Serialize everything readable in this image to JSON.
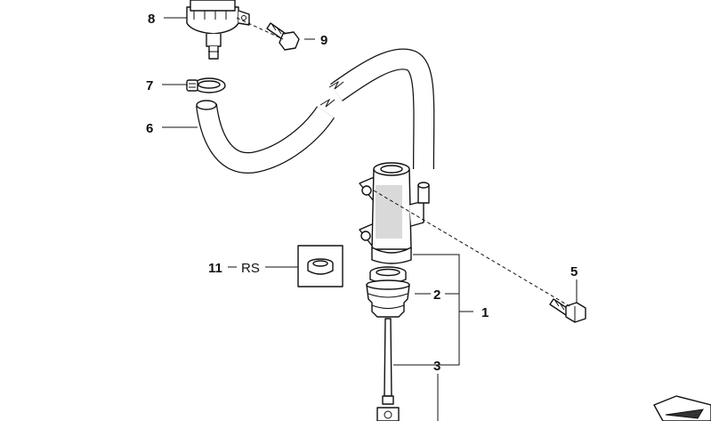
{
  "callouts": {
    "c1": "1",
    "c2": "2",
    "c3": "3",
    "c5": "5",
    "c6": "6",
    "c7": "7",
    "c8": "8",
    "c9": "9",
    "c11": "11",
    "rs": "RS"
  },
  "icons": {
    "reservoir": "fluid-reservoir-icon",
    "clamp": "hose-clamp-icon",
    "hose": "hose-icon",
    "cylinder": "master-cylinder-icon",
    "seal": "seal-ring-icon",
    "boot": "rubber-boot-icon",
    "rod": "push-rod-icon",
    "bolt": "bolt-icon",
    "repair_kit": "repair-kit-icon",
    "corner_tag": "catalog-tag-icon"
  }
}
